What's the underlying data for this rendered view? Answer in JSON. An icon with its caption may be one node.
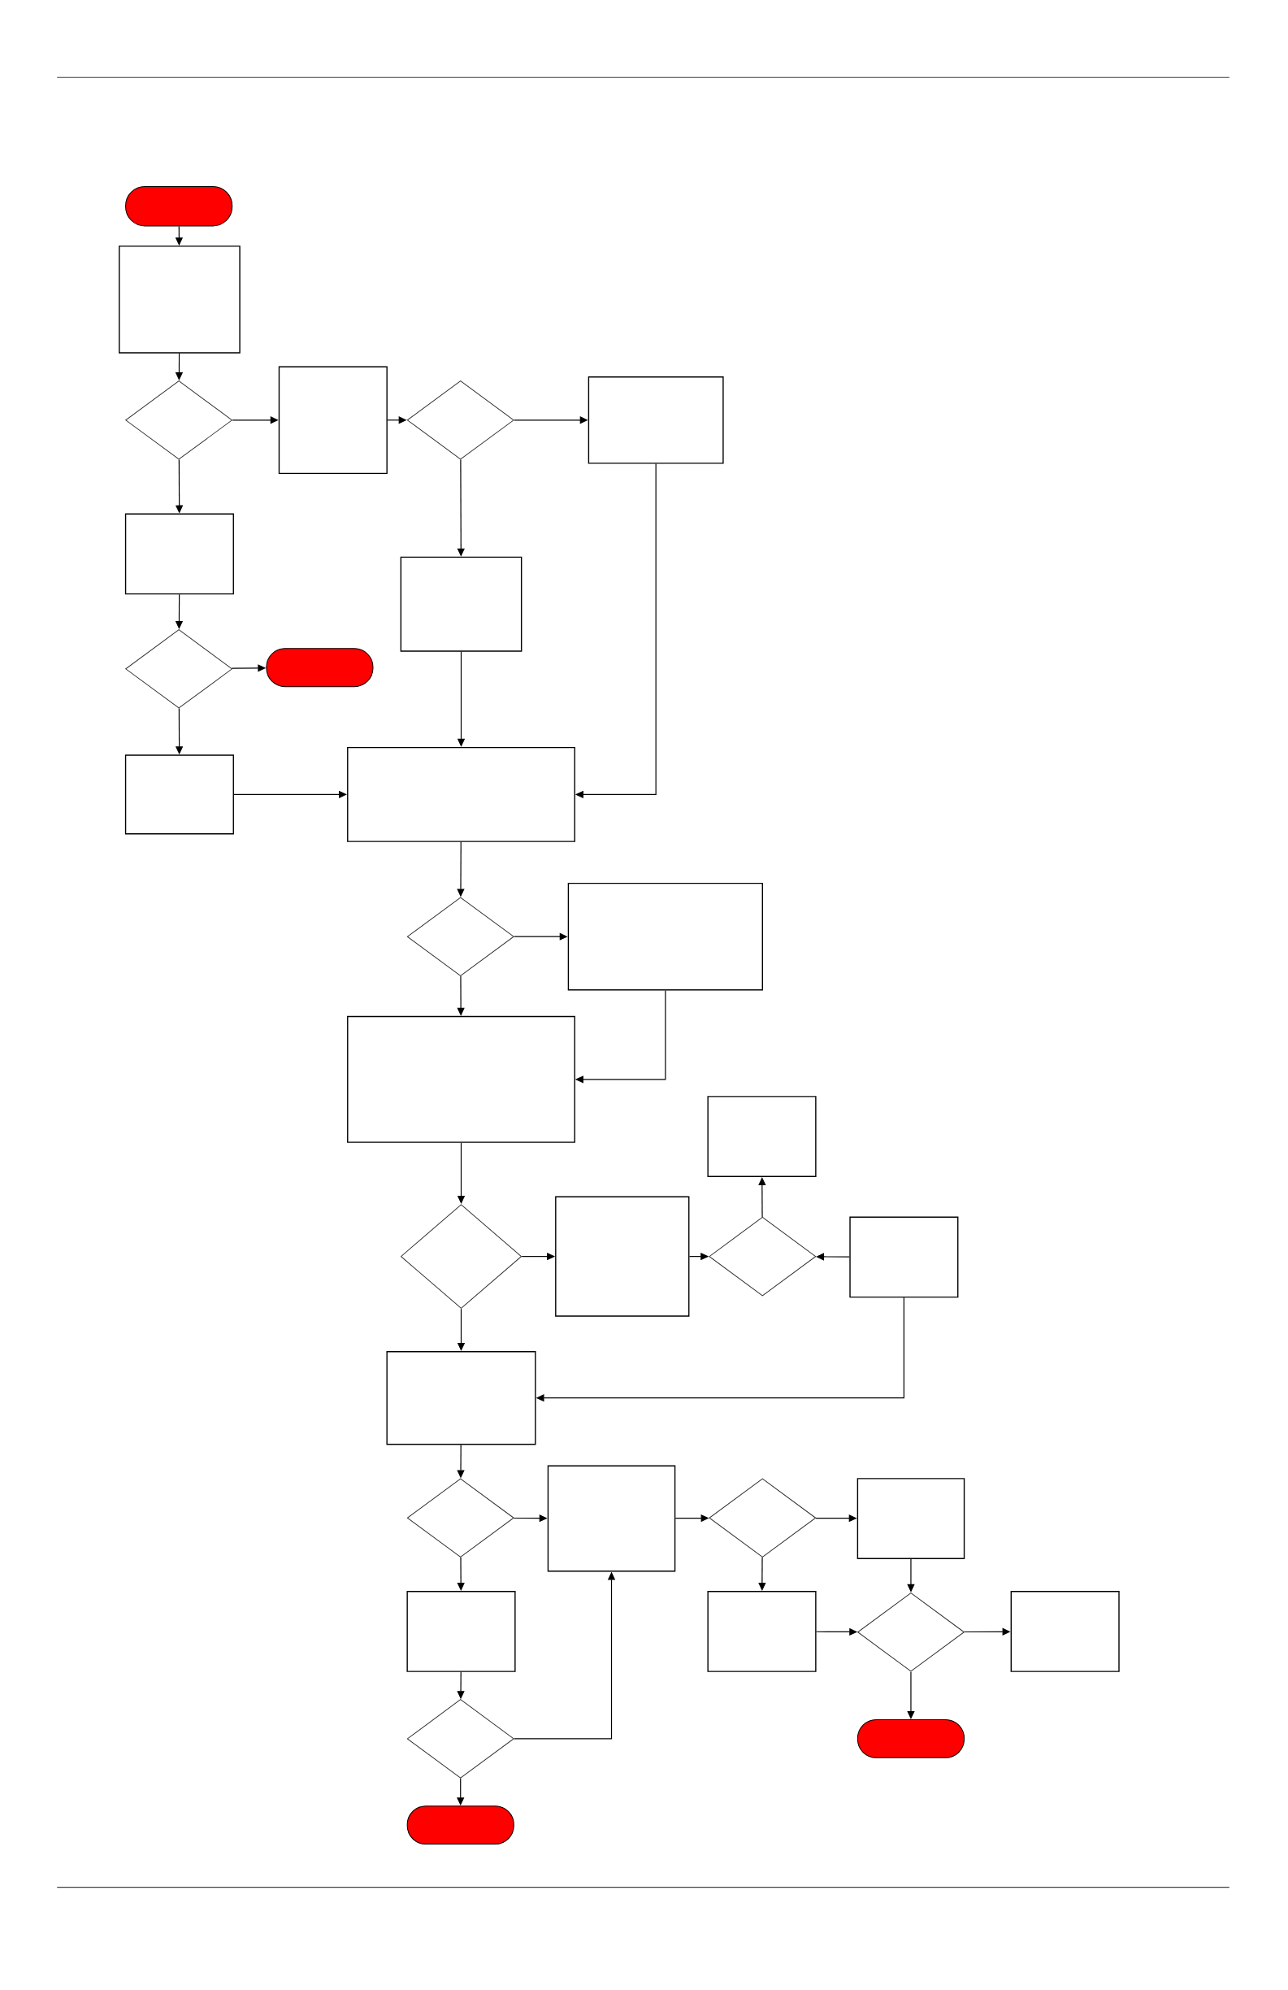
{
  "diagram": {
    "nodes": [
      {
        "text": [],
        "shape": "pill"
      },
      {
        "text": [],
        "shape": "box"
      },
      {
        "text": [],
        "shape": "diamond"
      },
      {
        "text": [],
        "shape": "box"
      },
      {
        "text": [],
        "shape": "diamond"
      },
      {
        "text": [],
        "shape": "box"
      },
      {
        "text": [],
        "shape": "box"
      },
      {
        "text": [],
        "shape": "diamond"
      },
      {
        "text": [],
        "shape": "pill"
      },
      {
        "text": [],
        "shape": "box"
      },
      {
        "text": [],
        "shape": "box"
      },
      {
        "text": [],
        "shape": "box"
      },
      {
        "text": [],
        "shape": "diamond"
      },
      {
        "text": [],
        "shape": "box"
      },
      {
        "text": [],
        "shape": "box"
      },
      {
        "text": [],
        "shape": "diamond"
      },
      {
        "text": [],
        "shape": "box"
      },
      {
        "text": [],
        "shape": "box"
      },
      {
        "text": [],
        "shape": "diamond"
      },
      {
        "text": [],
        "shape": "box"
      },
      {
        "text": [],
        "shape": "box"
      },
      {
        "text": [],
        "shape": "diamond"
      },
      {
        "text": [],
        "shape": "box"
      },
      {
        "text": [],
        "shape": "diamond"
      },
      {
        "text": [],
        "shape": "box"
      },
      {
        "text": [],
        "shape": "box"
      },
      {
        "text": [],
        "shape": "box"
      },
      {
        "text": [],
        "shape": "diamond"
      },
      {
        "text": [],
        "shape": "box"
      },
      {
        "text": [],
        "shape": "diamond"
      },
      {
        "text": [],
        "shape": "pill"
      },
      {
        "text": [],
        "shape": "pill"
      }
    ],
    "edges": [
      {
        "from": 0,
        "to": 1,
        "arrow": "to"
      },
      {
        "from": 1,
        "to": 2,
        "arrow": "to"
      },
      {
        "from": 2,
        "to": 3,
        "arrow": "to"
      },
      {
        "from": 2,
        "to": 6,
        "arrow": "to"
      },
      {
        "from": 3,
        "to": 4,
        "arrow": "to"
      },
      {
        "from": 4,
        "to": 5,
        "arrow": "to"
      },
      {
        "from": 4,
        "to": 9,
        "arrow": "to"
      },
      {
        "from": 5,
        "to": 11,
        "arrow": "to"
      },
      {
        "from": 6,
        "to": 7,
        "arrow": "to"
      },
      {
        "from": 7,
        "to": 8,
        "arrow": "to"
      },
      {
        "from": 7,
        "to": 10,
        "arrow": "to"
      },
      {
        "from": 9,
        "to": 11,
        "arrow": "to"
      },
      {
        "from": 10,
        "to": 11,
        "arrow": "to"
      },
      {
        "from": 11,
        "to": 12,
        "arrow": "to"
      },
      {
        "from": 12,
        "to": 13,
        "arrow": "to"
      },
      {
        "from": 12,
        "to": 14,
        "arrow": "to"
      },
      {
        "from": 13,
        "to": 14,
        "arrow": "to"
      },
      {
        "from": 14,
        "to": 15,
        "arrow": "to"
      },
      {
        "from": 15,
        "to": 16,
        "arrow": "to"
      },
      {
        "from": 15,
        "to": 20,
        "arrow": "to"
      },
      {
        "from": 16,
        "to": 18,
        "arrow": "to"
      },
      {
        "from": 18,
        "to": 17,
        "arrow": "to"
      },
      {
        "from": 19,
        "to": 18,
        "arrow": "to"
      },
      {
        "from": 19,
        "to": 20,
        "arrow": "to"
      },
      {
        "from": 20,
        "to": 21,
        "arrow": "to"
      },
      {
        "from": 21,
        "to": 22,
        "arrow": "to"
      },
      {
        "from": 21,
        "to": 25,
        "arrow": "to"
      },
      {
        "from": 22,
        "to": 23,
        "arrow": "to"
      },
      {
        "from": 23,
        "to": 24,
        "arrow": "to"
      },
      {
        "from": 23,
        "to": 26,
        "arrow": "to"
      },
      {
        "from": 24,
        "to": 27,
        "arrow": "to"
      },
      {
        "from": 26,
        "to": 27,
        "arrow": "to"
      },
      {
        "from": 27,
        "to": 28,
        "arrow": "to"
      },
      {
        "from": 27,
        "to": 30,
        "arrow": "to"
      },
      {
        "from": 25,
        "to": 29,
        "arrow": "to"
      },
      {
        "from": 29,
        "to": 31,
        "arrow": "to"
      },
      {
        "from": 29,
        "to": 22,
        "arrow": "to"
      }
    ]
  }
}
